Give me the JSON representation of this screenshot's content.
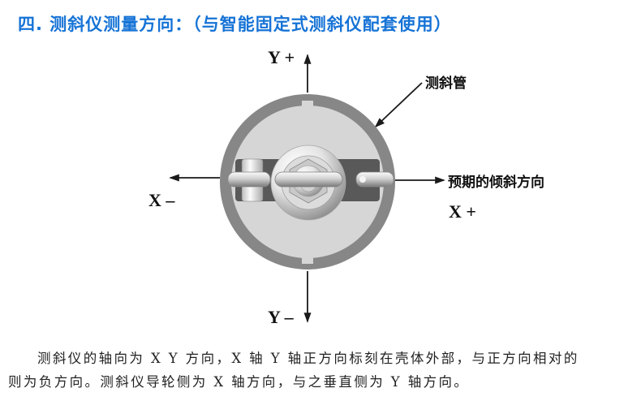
{
  "title": "四. 测斜仪测量方向：（与智能固定式测斜仪配套使用）",
  "diagram": {
    "labels": {
      "y_plus": "Y +",
      "y_minus": "Y –",
      "x_minus": "X –",
      "x_plus": "X +",
      "casing": "测斜管",
      "expected_tilt": "预期的倾斜方向"
    },
    "colors": {
      "outer_ring": "#878787",
      "inner_disc": "#d6d6d6",
      "arrow": "#1a1a1a",
      "title": "#1673d6"
    }
  },
  "description": {
    "line1": "测斜仪的轴向为 X Y 方向，X 轴 Y 轴正方向标刻在壳体外部，与正方向相对的",
    "line2": "则为负方向。测斜仪导轮侧为 X 轴方向，与之垂直侧为 Y 轴方向。"
  }
}
